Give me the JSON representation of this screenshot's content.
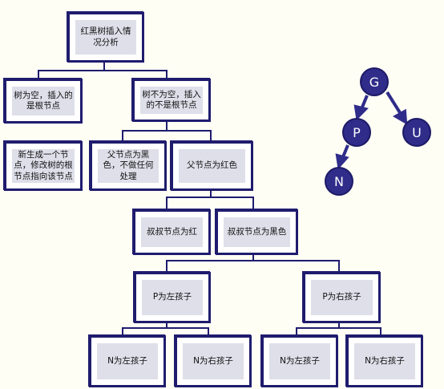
{
  "colors": {
    "border": "#1f1c6e",
    "fill": "#dedfe9",
    "circle": "#2f2c8a"
  },
  "flowchart": {
    "root": "红黑树插入情况分析",
    "empty_tree": "树为空，插入的是根节点",
    "empty_action": "新生成一个节点，修改树的根节点指向该节点",
    "non_empty": "树不为空，插入的不是根节点",
    "parent_black": "父节点为黑色，不做任何处理",
    "parent_red": "父节点为红色",
    "uncle_red": "叔叔节点为红",
    "uncle_black": "叔叔节点为黑色",
    "p_left": "P为左孩子",
    "p_right": "P为右孩子",
    "n_left_1": "N为左孩子",
    "n_right_1": "N为右孩子",
    "n_left_2": "N为左孩子",
    "n_right_2": "N为右孩子"
  },
  "tree_nodes": {
    "g": "G",
    "p": "P",
    "u": "U",
    "n": "N"
  }
}
